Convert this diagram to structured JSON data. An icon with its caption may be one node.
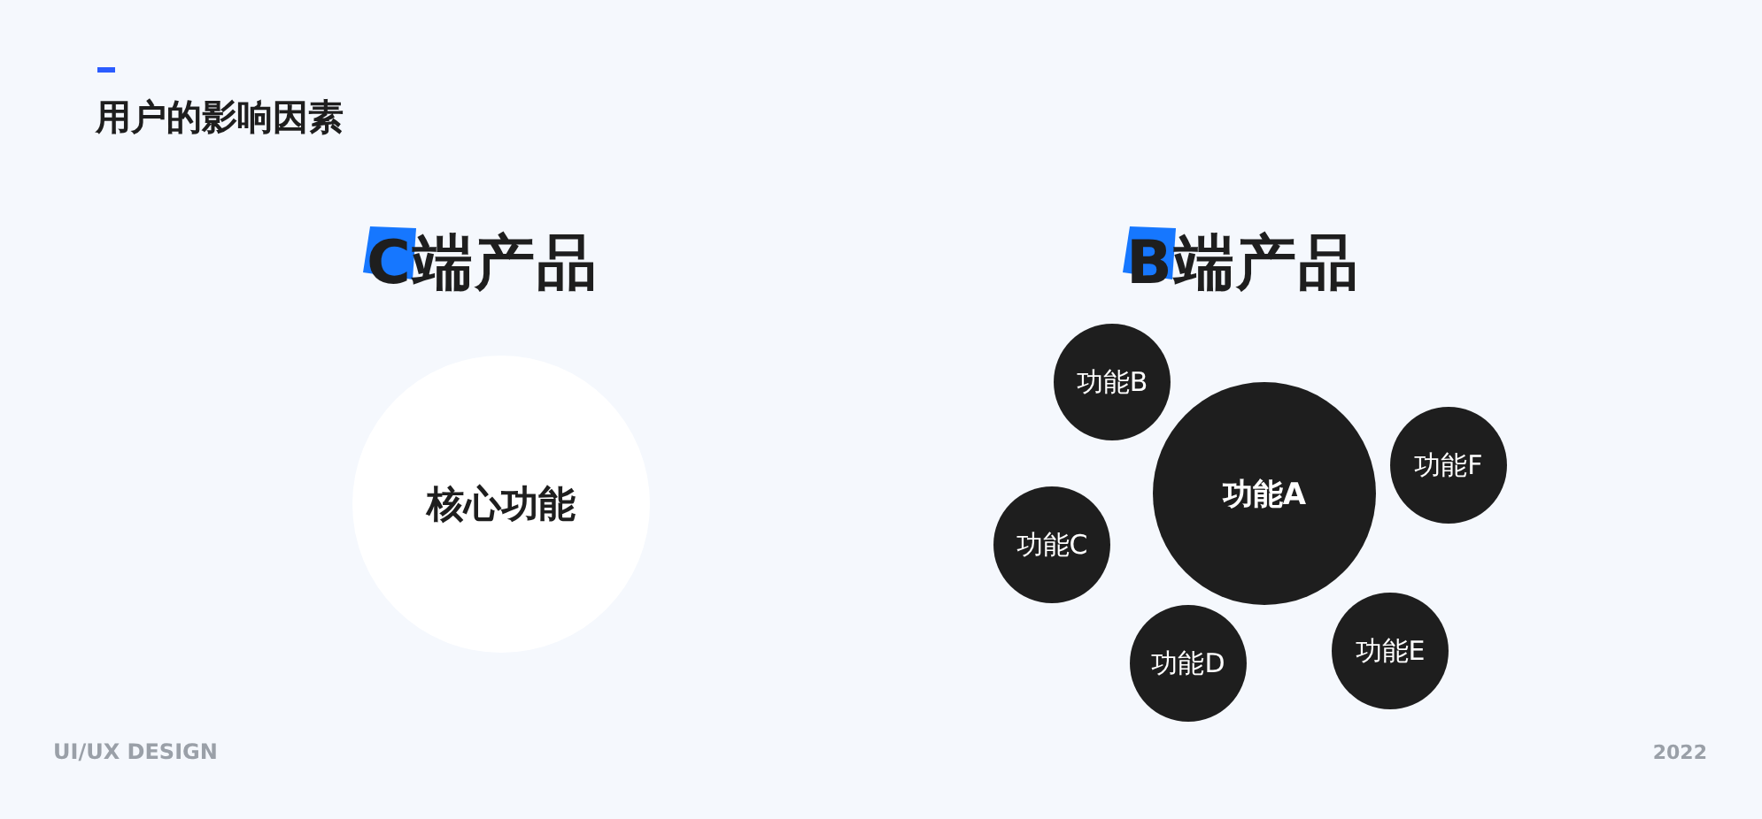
{
  "diagram": {
    "title": "用户的影响因素",
    "nodes": [
      {
        "text": [
          "核心功能"
        ]
      },
      {
        "text": [
          "功能A"
        ]
      },
      {
        "text": [
          "功能B"
        ]
      },
      {
        "text": [
          "功能C"
        ]
      },
      {
        "text": [
          "功能D"
        ]
      },
      {
        "text": [
          "功能E"
        ]
      },
      {
        "text": [
          "功能F"
        ]
      }
    ],
    "labels": [
      "C端产品",
      "B端产品",
      "UI/UX DESIGN",
      "2022"
    ]
  }
}
